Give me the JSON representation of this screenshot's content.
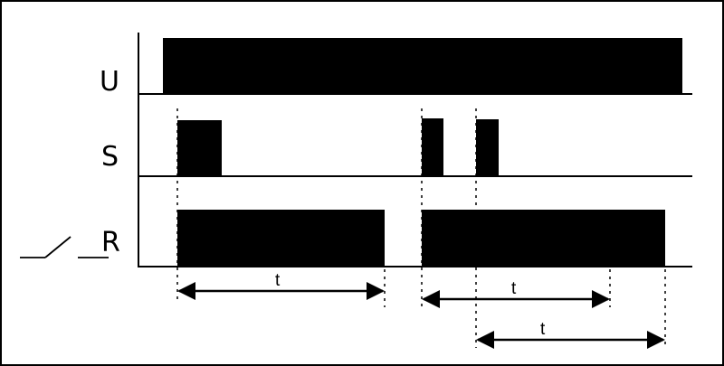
{
  "signals": {
    "u_label": "U",
    "s_label": "S",
    "r_label": "R"
  },
  "intervals": {
    "t1": "t",
    "t2": "t",
    "t3": "t"
  },
  "colors": {
    "fill": "#000000",
    "background": "#ffffff"
  },
  "icons": {
    "relay_contact": "open-switch-contact-icon"
  }
}
